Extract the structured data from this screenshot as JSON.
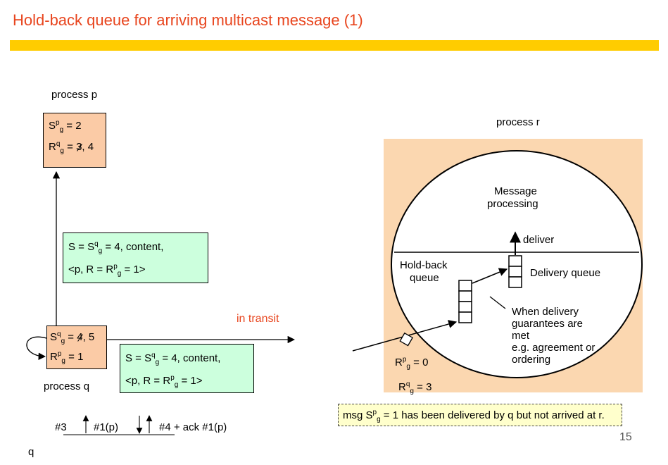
{
  "title": "Hold-back queue for arriving multicast message (1)",
  "colors": {
    "title": "#e8451e",
    "bar": "#ffcc00",
    "process_box": "#fbcba6",
    "message_box": "#ccffdd",
    "panel_r": "#fbd7b0",
    "note": "#ffffcc"
  },
  "process_p": {
    "label": "process p",
    "s_var": "S",
    "s_sup": "p",
    "s_sub": "g",
    "s_eq": " = 2",
    "r_var": "R",
    "r_sup": "q",
    "r_sub": "g",
    "r_eq": " = ",
    "r_old": "3",
    "r_new": ", 4"
  },
  "process_q": {
    "label": "process q",
    "s_var": "S",
    "s_sup": "q",
    "s_sub": "g",
    "s_eq": " = ",
    "s_old": "4",
    "s_new": ", 5",
    "r_var": "R",
    "r_sup": "p",
    "r_sub": "g",
    "r_eq": " = 1"
  },
  "message": {
    "line1_pre": "S = S",
    "line1_sup": "q",
    "line1_sub": "g",
    "line1_post": " = 4, content,",
    "line2_pre": "<p, R = R",
    "line2_sup": "p",
    "line2_sub": "g",
    "line2_post": " = 1>"
  },
  "in_transit": "in transit",
  "timeline": {
    "label": "q",
    "event1": "#3",
    "event2": "#1(p)",
    "event3": "#4 + ack #1(p)"
  },
  "process_r": {
    "label": "process r",
    "message_processing_1": "Message",
    "message_processing_2": "processing",
    "deliver": "deliver",
    "holdback_1": "Hold-back",
    "holdback_2": "queue",
    "delivery_queue": "Delivery queue",
    "guarantee_1": "When delivery",
    "guarantee_2": "guarantees are",
    "guarantee_3": "met",
    "guarantee_4": "e.g. agreement or",
    "guarantee_5": "ordering",
    "rp_var": "R",
    "rp_sup": "p",
    "rp_sub": "g",
    "rp_eq": " = 0",
    "rq_var": "R",
    "rq_sup": "q",
    "rq_sub": "g",
    "rq_eq": " = 3"
  },
  "note": {
    "pre": "msg S",
    "sup": "p",
    "sub": "g",
    "post": " = 1 has been delivered by q but not arrived at r."
  },
  "page_number": "15"
}
